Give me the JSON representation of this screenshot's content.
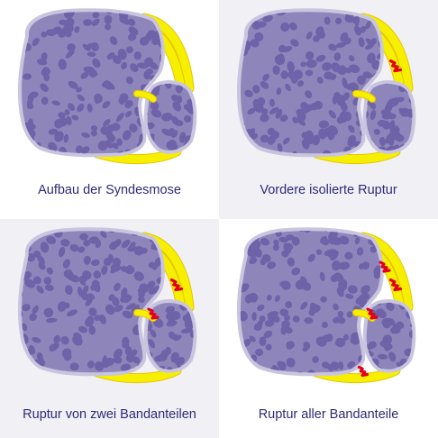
{
  "panels": [
    {
      "caption": "Aufbau der Syndesmose",
      "rupture": "none"
    },
    {
      "caption": "Vordere isolierte Ruptur",
      "rupture": "anterior"
    },
    {
      "caption": "Ruptur von zwei Bandanteilen",
      "rupture": "two"
    },
    {
      "caption": "Ruptur aller Bandanteile",
      "rupture": "all"
    }
  ],
  "colors": {
    "bone_fill": "#8e86bb",
    "bone_rim": "#c9c5df",
    "pore": "#6e62a8",
    "ligament": "#f6f000",
    "ligament_edge": "#e8c400",
    "rupture": "#e2001a",
    "caption": "#2d2a78"
  }
}
